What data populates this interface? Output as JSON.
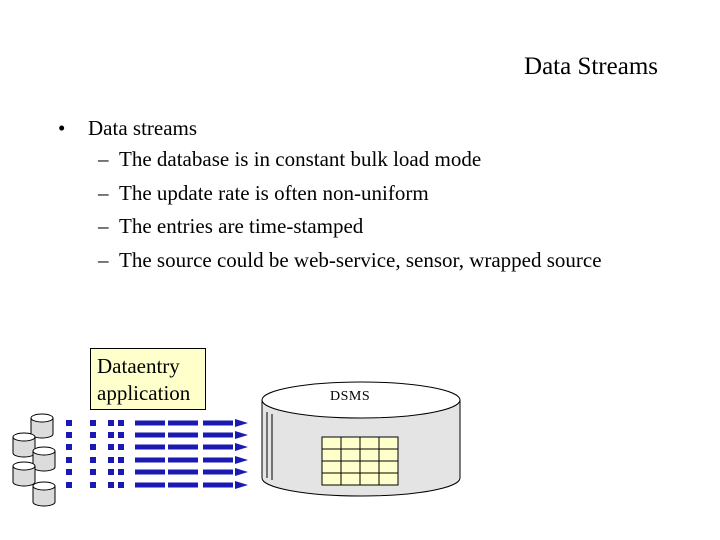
{
  "slide": {
    "title": "Data Streams",
    "bullets": [
      {
        "marker": "•",
        "text": "Data streams",
        "sub": [
          {
            "marker": "–",
            "text": "The database is in constant bulk load mode"
          },
          {
            "marker": "–",
            "text": "The update rate is often non-uniform"
          },
          {
            "marker": "–",
            "text": "The entries are time-stamped"
          },
          {
            "marker": "–",
            "text": "The source could be web-service, sensor, wrapped source"
          }
        ]
      }
    ]
  },
  "diagram": {
    "app_box": {
      "line1": "Dataentry",
      "line2": "application"
    },
    "dsms_label": "DSMS",
    "colors": {
      "app_box_fill": "#ffffcc",
      "stream_blue": "#1a1ab3",
      "cylinder_fill": "#e4e4e4",
      "table_fill": "#ffffcc"
    },
    "icons": [
      "database-cylinder-icon",
      "stream-arrow-icon",
      "dsms-cylinder-icon",
      "table-grid-icon"
    ]
  }
}
